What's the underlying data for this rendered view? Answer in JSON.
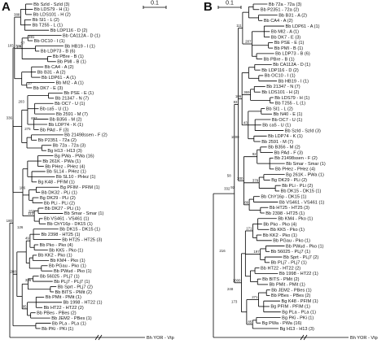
{
  "panel_a": {
    "label": "A",
    "scale_label": "0.1",
    "outgroup_label": "Bh YOR - Vtp",
    "bootstraps": [
      "388",
      "765",
      "113",
      "49",
      "95",
      "165",
      "336",
      "288",
      "180",
      "256",
      "697",
      "336",
      "275",
      "186",
      "27",
      "57",
      "203",
      "281",
      "470",
      "126"
    ],
    "leaves": [
      "Bb SzId - SzId (3)",
      "Bb LDS79 - H (1)",
      "Bb LDS101 - H (2)",
      "Bb SI1 - L (2)",
      "Bb T255 - L (1)",
      "Bb LDP116 - D (2)",
      "Bb CA112A - D (1)",
      "Bb OC10 - I (1)",
      "Bb HB19 - I (1)",
      "Bb LDP73 - B (6)",
      "Bb PBre - B (1)",
      "Bb PMI - B (1)",
      "Bb CA4 - A (2)",
      "Bb B31 - A (2)",
      "Bb LDP61 - A (1)",
      "Bb MI2 - A (1)",
      "Bb DK7 - E (3)",
      "Bb PSE - E (1)",
      "Bb 21347 - N (7)",
      "Bb OC7 - U (1)",
      "Bb ca5 - U (1)",
      "Bb 2591 - M (7)",
      "Bb B356 - M (2)",
      "Bb LDP74 - K (1)",
      "Bb PAd - F (3)",
      "Bb 21498ssen - F (2)",
      "Bb P2351 - 72a (2)",
      "Bb 72a - 72a (3)",
      "Bg H13 - H13 (3)",
      "Bg PWa - PWa (16)",
      "Bb 261K - PWa (1)",
      "Bb PHez - PHez (4)",
      "Bb SL14 - PHez (1)",
      "Bb SL10 - PHez (1)",
      "Bg K48 - PFIM (1)",
      "Bg PFIM - PFIM (1)",
      "Bb DK32 - PLi (1)",
      "Bg DK29 - PLi (2)",
      "Bb PLi - PLi (2)",
      "Bb DK27 - PLi (1)",
      "Bb Smar - Smar (1)",
      "Bb VS461 - VS461 (1)",
      "Bb ChY16p - DK15 (1)",
      "Bb DK15 - DK15 (1)",
      "Bb 2398 - HT25 (1)",
      "Bb HT25 - HT25 (3)",
      "Bb Pko - Pko (4)",
      "Bb KK5 - Pko (1)",
      "Bb KK2 - Pko (1)",
      "Bb KM4 - Pko (1)",
      "Bb PGau - Pko (1)",
      "Bb PWud - Pko (1)",
      "Bb 56025 - PLj7 (1)",
      "Bb PLj7 - PLj7 (1)",
      "Bb Sprt - PLj7 (2)",
      "Bb BITS - PMit (2)",
      "Bb PMit - PMit (1)",
      "Bb 1998 - HT22 (1)",
      "Bb HT22 - HT22 (2)",
      "Bb PBes - PBes (2)",
      "Bb JEM2 - PBes (1)",
      "Bb PLa - PLa (1)",
      "Bb PKi - PKi (1)"
    ]
  },
  "panel_b": {
    "label": "B",
    "scale_label": "0.1",
    "outgroup_label": "Bh YOR - Vtp",
    "bootstraps": [
      "287",
      "369",
      "43",
      "92",
      "379",
      "89",
      "171",
      "197",
      "271",
      "85",
      "111",
      "106",
      "300",
      "83",
      "1000",
      "173",
      "332",
      "92",
      "216",
      "1000",
      "58",
      "248"
    ],
    "leaves": [
      "Bb 72a - 72a (3)",
      "Bb P2351 - 72a (2)",
      "Bb B31 - A (2)",
      "Bb CA4 - A (2)",
      "Bb LDP61 - A (1)",
      "Bb MI2 - A (1)",
      "Bb DK7 - E (3)",
      "Bb PSE - E (1)",
      "Bb PMI - B (1)",
      "Bb LDP73 - B (6)",
      "Bb PBre - B (1)",
      "Bb CA112A - D (1)",
      "Bb LDP116 - D (2)",
      "Bb OC10 - I (1)",
      "Bb HB19 - I (1)",
      "Bb 21347 - N (7)",
      "Bb LDS101 - H (2)",
      "Bb LDS79 - H (1)",
      "Bb T255 - L (1)",
      "Bb SI1 - L (2)",
      "Bb N40 - E (1)",
      "Bb OC7 - U (1)",
      "Bb ca5 - U (1)",
      "Bb SzId - SzId (3)",
      "Bb LDP74 - K (1)",
      "Bb 2591 - M (7)",
      "Bb B356 - M (2)",
      "Bb PAd - F (3)",
      "Bb 21498ssen - F (2)",
      "Bb Smar - Smar (1)",
      "Bb PHez - PHez (4)",
      "Bg 261K - PWa (1)",
      "Bg DK29 - PLi (2)",
      "Bb PLi - PLi (2)",
      "Bb DK15 - DK15 (1)",
      "Bb ChY16p - DK15 (1)",
      "Bb VS461 - VS461 (1)",
      "Bb HT25 - HT25 (3)",
      "Bb 2398 - HT25 (1)",
      "Bb KM4 - Pko (1)",
      "Bb Pko - Pko (4)",
      "Bb KK5 - Pko (1)",
      "Bb KK2 - Pko (1)",
      "Bb PGau - Pko (1)",
      "Bb PWud - Pko (1)",
      "Bb 56025 - PLj7 (1)",
      "Bb Sprt - PLj7 (2)",
      "Bb PLj7 - PLj7 (1)",
      "Bb HT22 - HT22 (2)",
      "Bb 1998 - HT22 (1)",
      "Bb BITS - PMit (2)",
      "Bb PMit - PMit (1)",
      "Bb JEM2 - PBes (1)",
      "Bb PBes - PBes (2)",
      "Bg K48 - PFIM (1)",
      "Bg PFIM - PFIM (1)",
      "Bg PLa - PLa (1)",
      "Bg PKi - PKi (1)",
      "Bg PWa - PWa (16)",
      "Bg H13 - H13 (3)"
    ]
  }
}
